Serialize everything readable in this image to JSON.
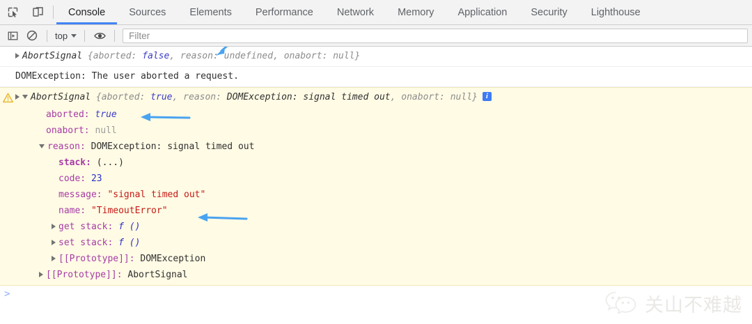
{
  "window": {
    "title": "Chrome DevTools Console"
  },
  "tabbar": {
    "left_icons": [
      {
        "name": "inspect-element-icon",
        "label": "Inspect element"
      },
      {
        "name": "device-toolbar-icon",
        "label": "Toggle device toolbar"
      }
    ],
    "tabs": [
      {
        "label": "Console",
        "active": true
      },
      {
        "label": "Sources",
        "active": false
      },
      {
        "label": "Elements",
        "active": false
      },
      {
        "label": "Performance",
        "active": false
      },
      {
        "label": "Network",
        "active": false
      },
      {
        "label": "Memory",
        "active": false
      },
      {
        "label": "Application",
        "active": false
      },
      {
        "label": "Security",
        "active": false
      },
      {
        "label": "Lighthouse",
        "active": false
      }
    ],
    "active_underline_color": "#4285f4"
  },
  "filterbar": {
    "sidebar_toggle": "show-console-sidebar-icon",
    "clear_button": "clear-console-icon",
    "context_selector": "top",
    "eye_button": "console-settings-eye-icon",
    "filter_placeholder": "Filter"
  },
  "console": {
    "line1": {
      "prefix_triangle": "collapsed",
      "object": "AbortSignal",
      "open_brace": " {",
      "p1_key": "aborted:",
      "p1_val": "false",
      "sep1": ", ",
      "p2_key": "reason:",
      "p2_val": "undefined",
      "sep2": ", ",
      "p3_key": "onabort:",
      "p3_val": "null",
      "close_brace": "}"
    },
    "line2": {
      "text": "DOMException: The user aborted a request."
    },
    "warning": {
      "icon": "warning-triangle-icon",
      "tri_outer": "collapsed",
      "tri_inner": "expanded",
      "object": "AbortSignal",
      "open_brace": " {",
      "p1_key": "aborted:",
      "p1_val": "true",
      "sep1": ", ",
      "p2_key": "reason:",
      "p2_val": "DOMException: signal timed out",
      "sep2": ", ",
      "p3_key": "onabort:",
      "p3_val": "null",
      "close_brace": "}",
      "info_badge": "i",
      "props": [
        {
          "indent": 1,
          "tri": "none",
          "key": "aborted:",
          "val": "true",
          "val_type": "bool",
          "key_bold": false
        },
        {
          "indent": 1,
          "tri": "none",
          "key": "onabort:",
          "val": "null",
          "val_type": "null",
          "key_bold": false
        },
        {
          "indent": 1,
          "tri": "expanded",
          "key": "reason:",
          "val": "DOMException: signal timed out",
          "val_type": "plain",
          "key_bold": false
        },
        {
          "indent": 2,
          "tri": "none",
          "key": "stack:",
          "val": "(...)",
          "val_type": "plain",
          "key_bold": true
        },
        {
          "indent": 2,
          "tri": "none",
          "key": "code:",
          "val": "23",
          "val_type": "num",
          "key_bold": false
        },
        {
          "indent": 2,
          "tri": "none",
          "key": "message:",
          "val": "\"signal timed out\"",
          "val_type": "str",
          "key_bold": false
        },
        {
          "indent": 2,
          "tri": "none",
          "key": "name:",
          "val": "\"TimeoutError\"",
          "val_type": "str",
          "key_bold": false
        },
        {
          "indent": 2,
          "tri": "collapsed",
          "key": "get stack:",
          "val": "f ()",
          "val_type": "fn",
          "key_bold": false
        },
        {
          "indent": 2,
          "tri": "collapsed",
          "key": "set stack:",
          "val": "f ()",
          "val_type": "fn",
          "key_bold": false
        },
        {
          "indent": 2,
          "tri": "collapsed",
          "key": "[[Prototype]]:",
          "val": "DOMException",
          "val_type": "proto",
          "key_bold": false
        },
        {
          "indent": 1,
          "tri": "collapsed",
          "key": "[[Prototype]]:",
          "val": "AbortSignal",
          "val_type": "proto",
          "key_bold": false
        }
      ]
    },
    "prompt": ">"
  },
  "annotations": {
    "arrow_color": "#4aa3f0",
    "arrows": [
      {
        "name": "arrow-to-false",
        "type": "diagonal"
      },
      {
        "name": "arrow-to-aborted-true",
        "type": "horizontal"
      },
      {
        "name": "arrow-to-name-timeouterror",
        "type": "horizontal"
      }
    ]
  },
  "watermark": {
    "logo": "wechat-logo-icon",
    "text": "关山不难越"
  }
}
